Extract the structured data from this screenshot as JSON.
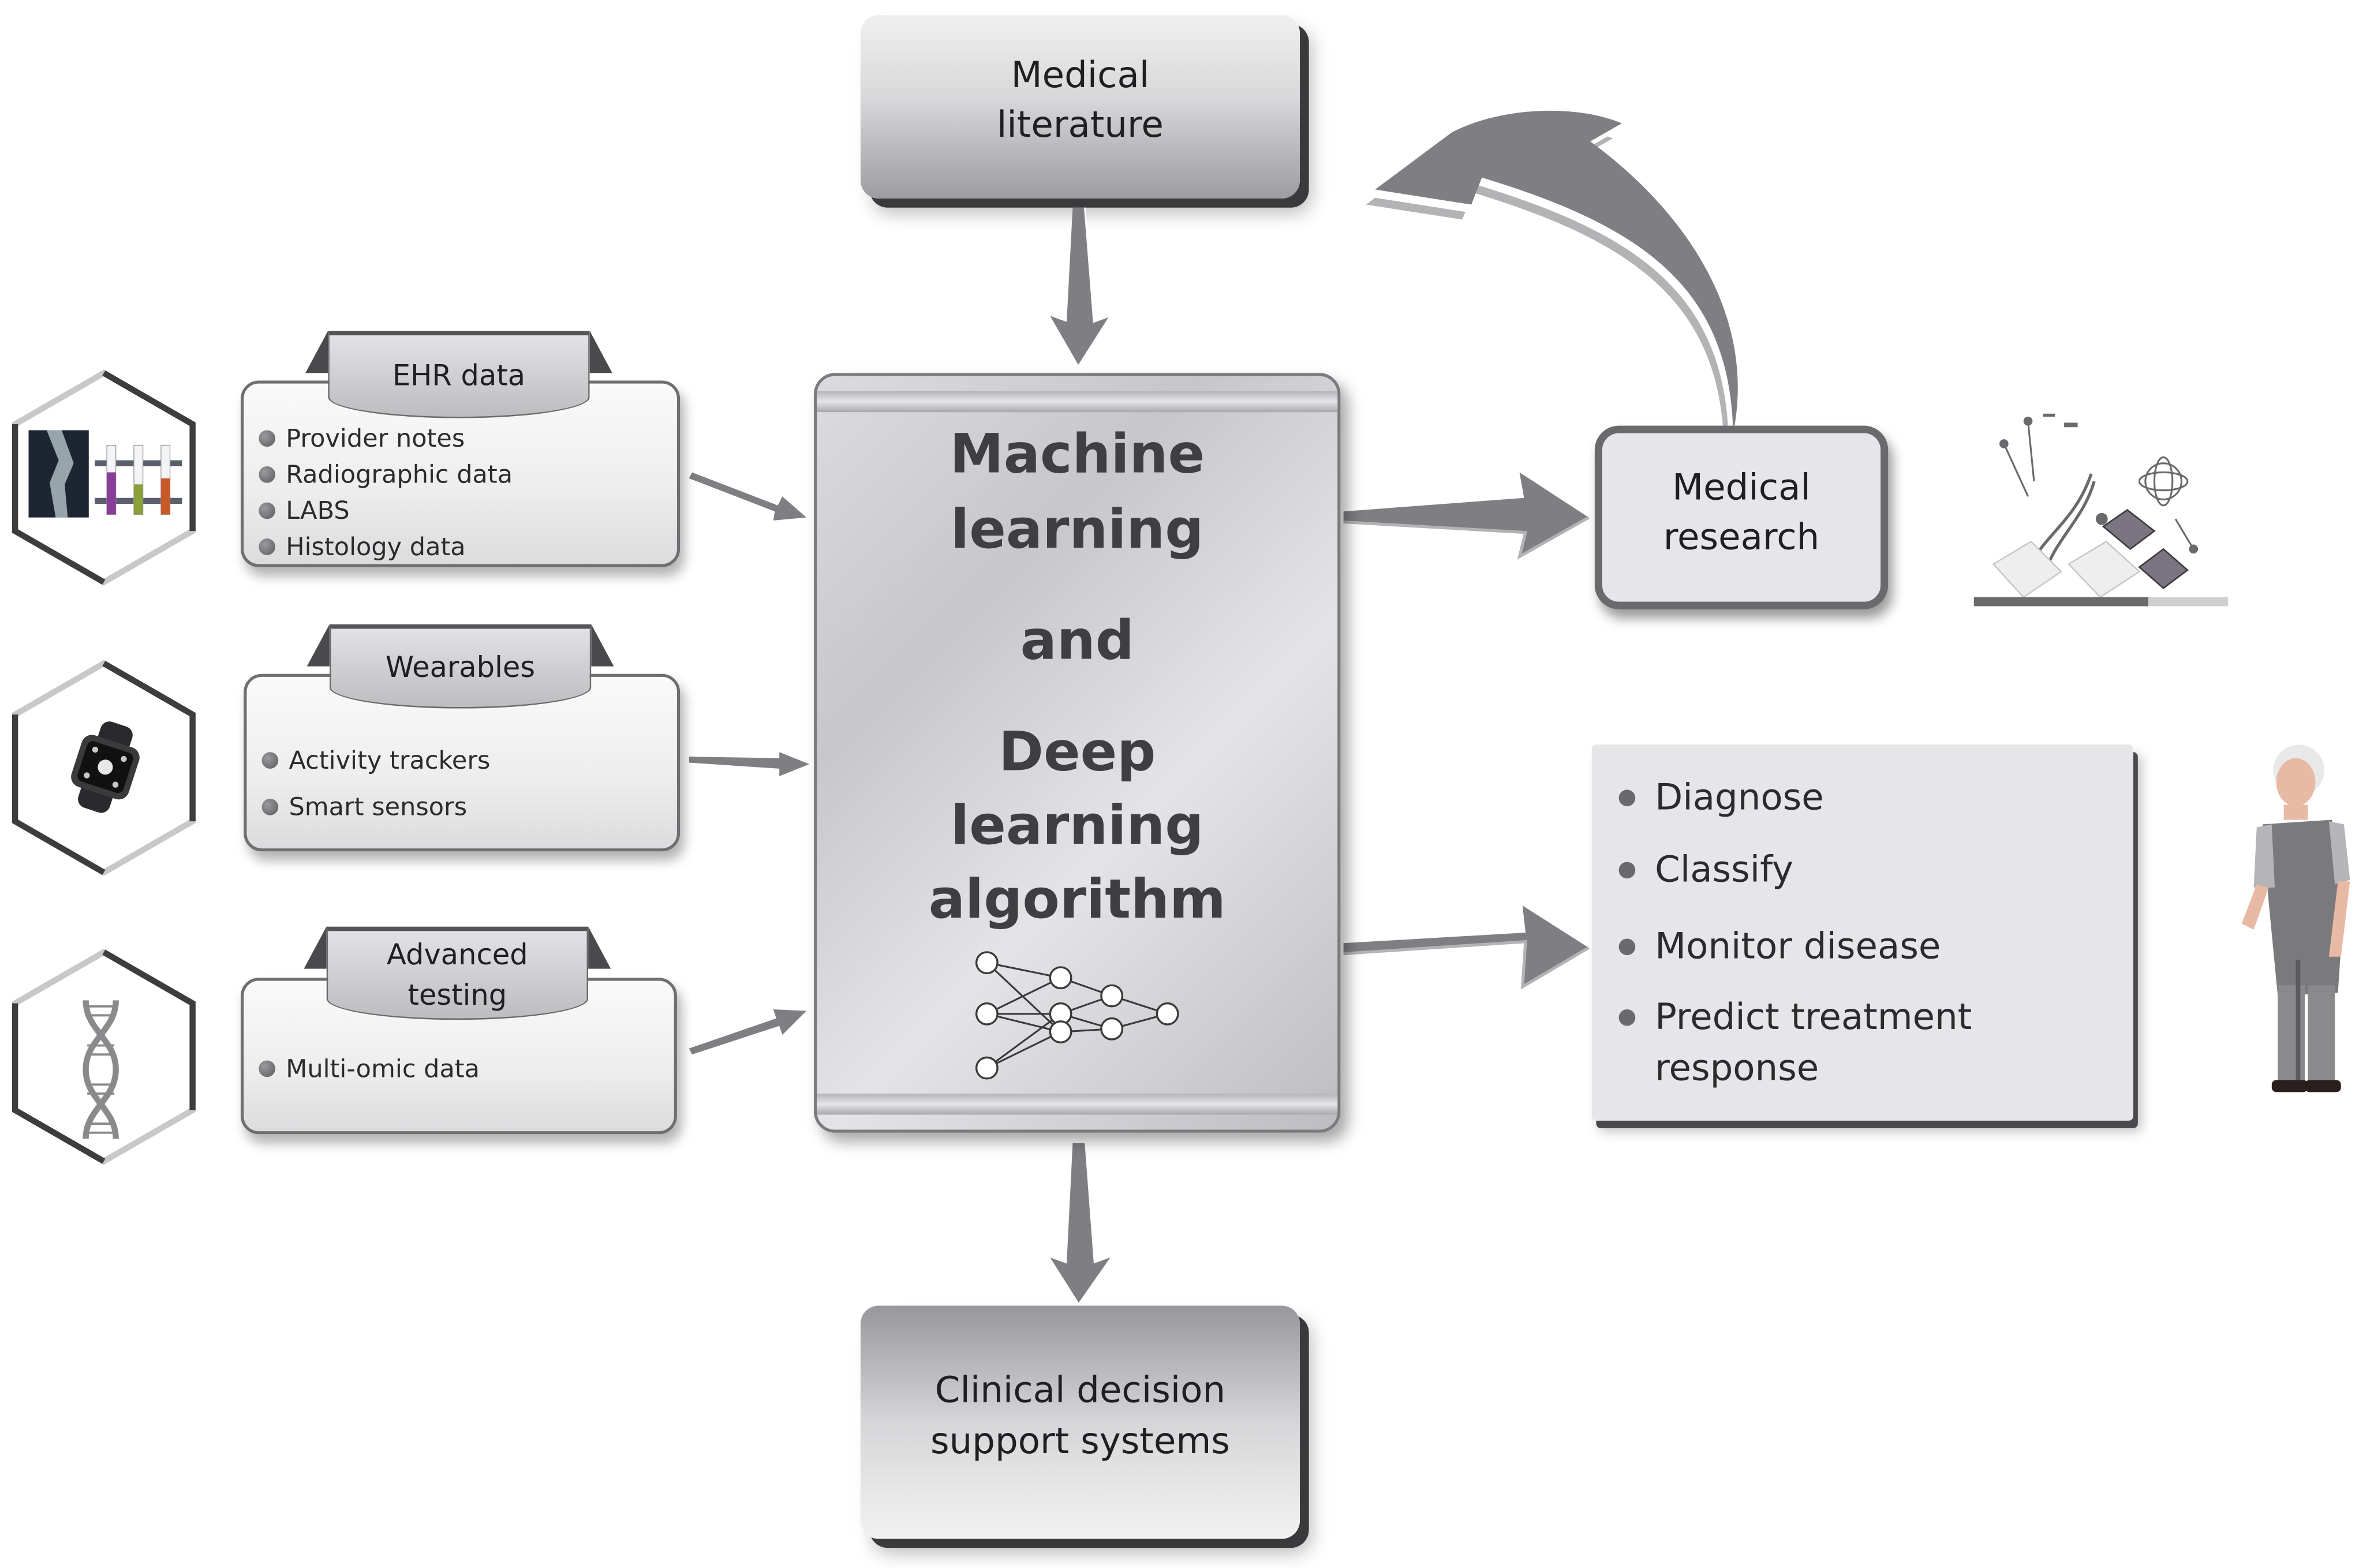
{
  "medical_literature": {
    "line1": "Medical",
    "line2": "literature"
  },
  "center": {
    "line1": "Machine",
    "line2": "learning",
    "line3": "and",
    "line4": "Deep",
    "line5": "learning",
    "line6": "algorithm",
    "icon": "neural-network-icon"
  },
  "inputs": [
    {
      "title_lines": [
        "EHR data"
      ],
      "icon": "xray-and-test-tubes-icon",
      "items": [
        "Provider notes",
        "Radiographic data",
        "LABS",
        "Histology data"
      ]
    },
    {
      "title_lines": [
        "Wearables"
      ],
      "icon": "smartwatch-icon",
      "items": [
        "Activity trackers",
        "Smart sensors"
      ]
    },
    {
      "title_lines": [
        "Advanced",
        "testing"
      ],
      "icon": "dna-helix-icon",
      "items": [
        "Multi-omic data"
      ]
    }
  ],
  "medical_research": {
    "line1": "Medical",
    "line2": "research",
    "icon": "research-illustration-icon"
  },
  "outcomes": {
    "items": [
      "Diagnose",
      "Classify",
      "Monitor disease",
      "Predict treatment",
      "response"
    ],
    "icon": "elderly-patient-icon"
  },
  "clinical": {
    "line1": "Clinical decision",
    "line2": "support systems"
  },
  "colors": {
    "arrow": "#7f7f83",
    "arrow_shadow": "#b3b3b5",
    "box_shadow": "#3a3a3c",
    "text": "#2b2b2d"
  }
}
